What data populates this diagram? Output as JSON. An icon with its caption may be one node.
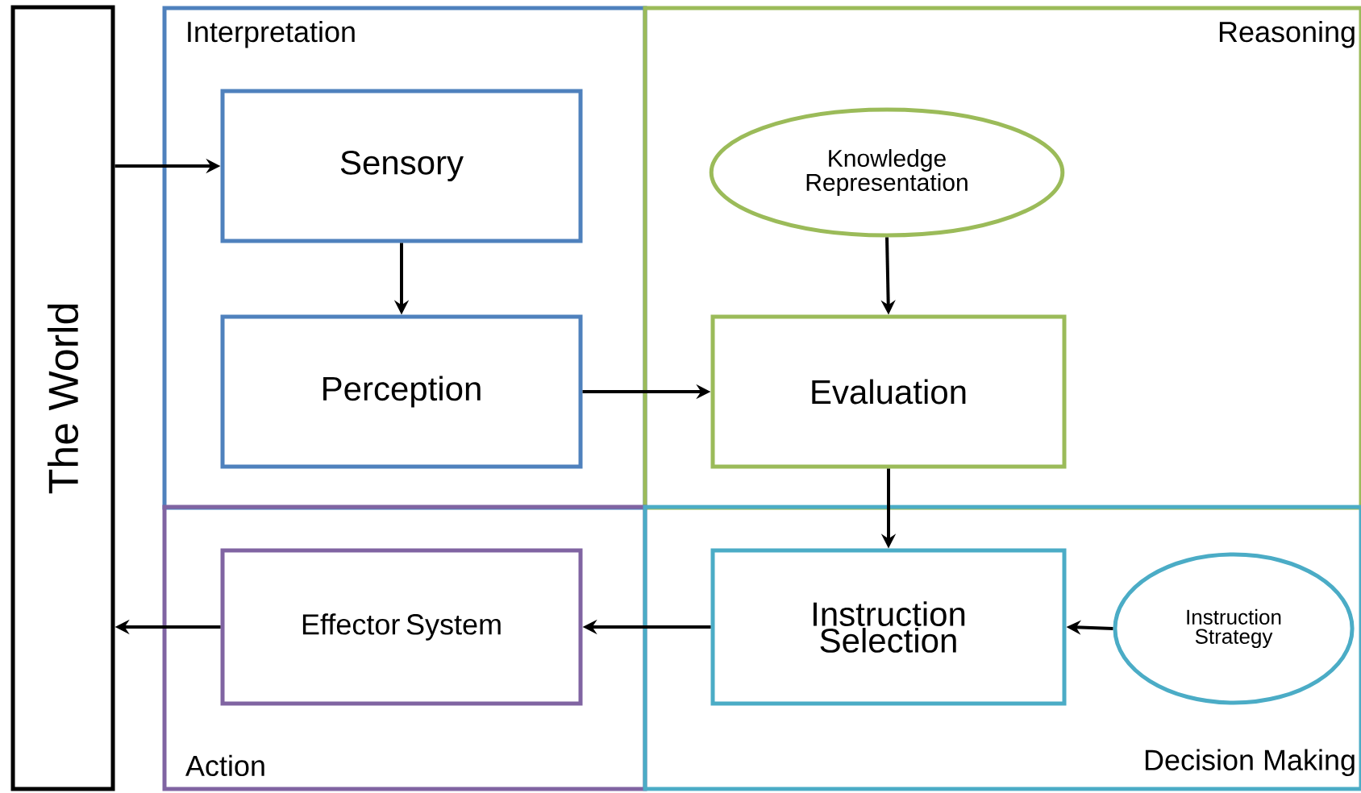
{
  "diagram": {
    "nodes": [
      {
        "text": [
          "The World"
        ]
      },
      {
        "text": [
          "Interpretation"
        ]
      },
      {
        "text": [
          "Sensory"
        ],
        "in": 1
      },
      {
        "text": [
          "Perception"
        ],
        "in": 1
      },
      {
        "text": [
          "Reasoning"
        ]
      },
      {
        "text": [
          "Knowledge Representation"
        ],
        "in": 4
      },
      {
        "text": [
          "Evaluation"
        ],
        "in": 4
      },
      {
        "text": [
          "Action"
        ]
      },
      {
        "text": [
          "Effector System"
        ],
        "in": 7
      },
      {
        "text": [
          "Decision Making"
        ]
      },
      {
        "text": [
          "Instruction Selection"
        ],
        "in": 9
      },
      {
        "text": [
          "Instruction Strategy"
        ],
        "in": 9
      }
    ],
    "edges": [
      {
        "from": 0,
        "to": 2,
        "arrow": "to"
      },
      {
        "from": 2,
        "to": 3,
        "arrow": "to"
      },
      {
        "from": 3,
        "to": 6,
        "arrow": "to"
      },
      {
        "from": 5,
        "to": 6,
        "arrow": "to"
      },
      {
        "from": 6,
        "to": 10,
        "arrow": "to"
      },
      {
        "from": 11,
        "to": 10,
        "arrow": "to"
      },
      {
        "from": 10,
        "to": 8,
        "arrow": "to"
      },
      {
        "from": 8,
        "to": 0,
        "arrow": "to"
      }
    ]
  }
}
